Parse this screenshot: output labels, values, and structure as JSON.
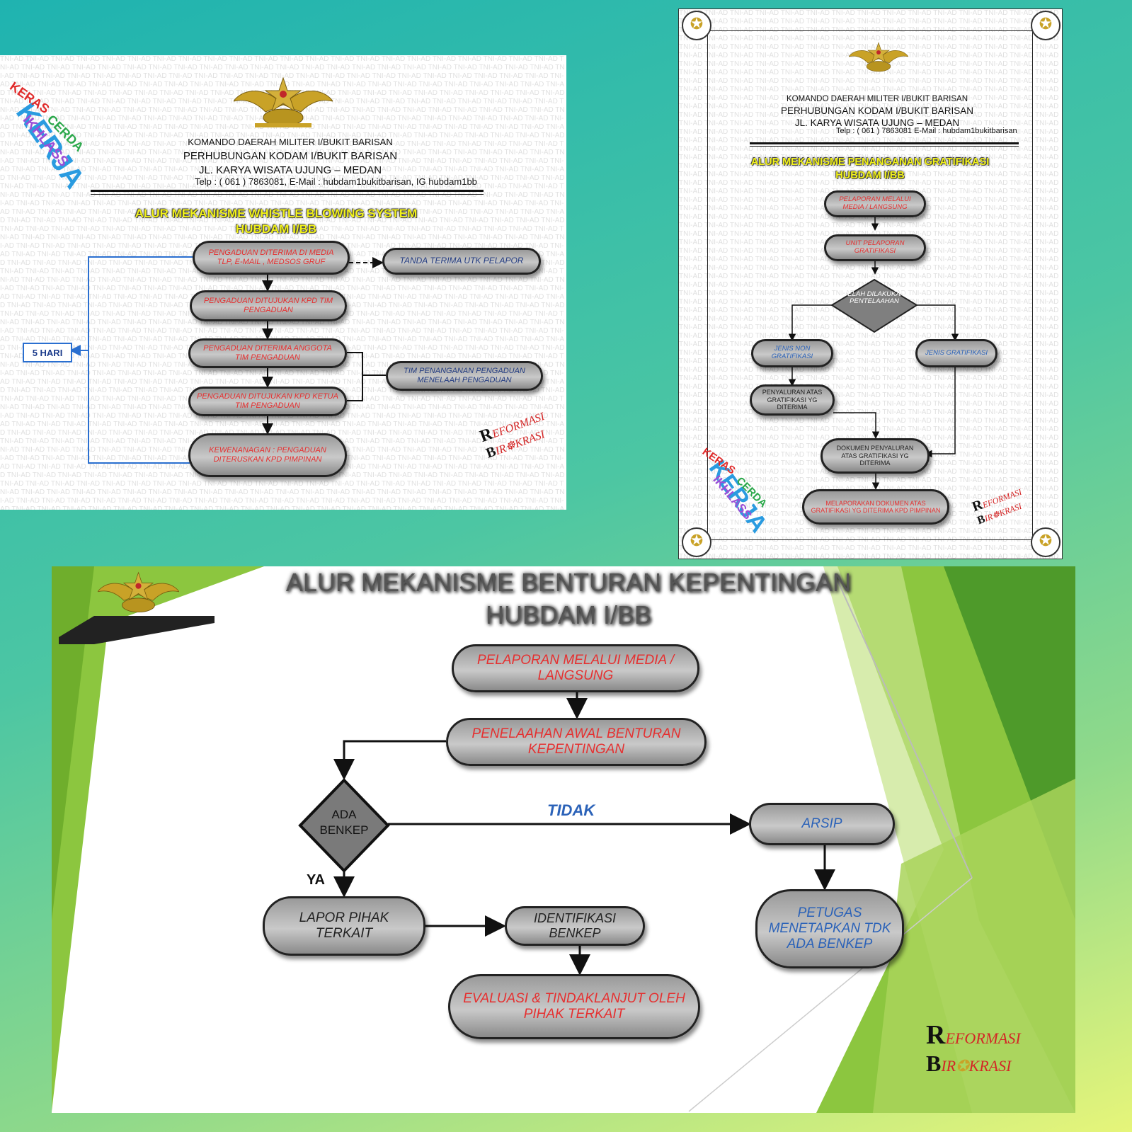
{
  "header": {
    "line1": "KOMANDO DAERAH MILITER I/BUKIT BARISAN",
    "line2": "PERHUBUNGAN KODAM I/BUKIT BARISAN",
    "line3": "JL. KARYA WISATA UJUNG – MEDAN",
    "contact_wbs": "Telp : ( 061 ) 7863081, E-Mail : hubdam1bukitbarisan, IG hubdam1bb",
    "contact_grat": "Telp : ( 061 ) 7863081 E-Mail : hubdam1bukitbarisan"
  },
  "watermark_text": "TNI-AD",
  "slogan": {
    "kerja": "KERJA",
    "k1": "KERAS",
    "k2": "CERDA",
    "k3": "IKHLASS"
  },
  "reform": {
    "r": "R",
    "r_rest": "EFORMASI",
    "b": "B",
    "b_mid": "IR",
    "b_rest": "KRASI"
  },
  "wbs": {
    "title1": "ALUR MEKANISME  WHISTLE  BLOWING SYSTEM",
    "title2": "HUBDAM I/BB",
    "n1": "PENGADUAN  DITERIMA DI MEDIA  TLP, E-MAIL , MEDSOS GRUF",
    "n2": "TANDA TERIMA UTK PELAPOR",
    "n3": "PENGADUAN DITUJUKAN KPD TIM PENGADUAN",
    "n4": "PENGADUAN DITERIMA ANGGOTA TIM PENGADUAN",
    "n5": "TIM PENANGANAN PENGADUAN MENELAAH PENGADUAN",
    "n6": "PENGADUAN DITUJUKAN KPD KETUA TIM PENGADUAN",
    "n7": "KEWENANAGAN : PENGADUAN DITERUSKAN KPD PIMPINAN",
    "days": "5 HARI"
  },
  "grat": {
    "title1": "ALUR MEKANISME PENANGANAN GRATIFIKASI",
    "title2": "HUBDAM I/BB",
    "n1": "PELAPORAN MELALUI MEDIA / LANGSUNG",
    "n2": "UNIT PELAPORAN GRATIFIKASI",
    "d1": "TELAH DILAKUKAN PENTELAAHAN",
    "n3": "JENIS NON GRATIFIKASI",
    "n4": "JENIS GRATIFIKASI",
    "n5": "PENYALURAN ATAS GRATIFIKASI YG DITERIMA",
    "n6": "DOKUMEN PENYALURAN ATAS GRATIFIKASI YG DITERIMA",
    "n7": "MELAPORAKAN DOKUMEN ATAS GRATIFIKASI YG DITERIMA KPD PIMPINAN"
  },
  "benkep": {
    "title1": "ALUR MEKANISME BENTURAN KEPENTINGAN",
    "title2": "HUBDAM I/BB",
    "n1": "PELAPORAN MELALUI MEDIA / LANGSUNG",
    "n2": "PENELAAHAN AWAL BENTURAN KEPENTINGAN",
    "d1": "ADA BENKEP",
    "no_label": "TIDAK",
    "yes_label": "YA",
    "n3": "ARSIP",
    "n4": "PETUGAS MENETAPKAN TDK ADA BENKEP",
    "n5": "LAPOR PIHAK TERKAIT",
    "n6": "IDENTIFIKASI BENKEP",
    "n7": "EVALUASI & TINDAKLANJUT OLEH PIHAK TERKAIT"
  },
  "colors": {
    "node_text_red": "#e53030",
    "node_text_blue": "#2b62b8",
    "title_yellow": "#f2f21a",
    "green_accent": "#8cc63f"
  }
}
